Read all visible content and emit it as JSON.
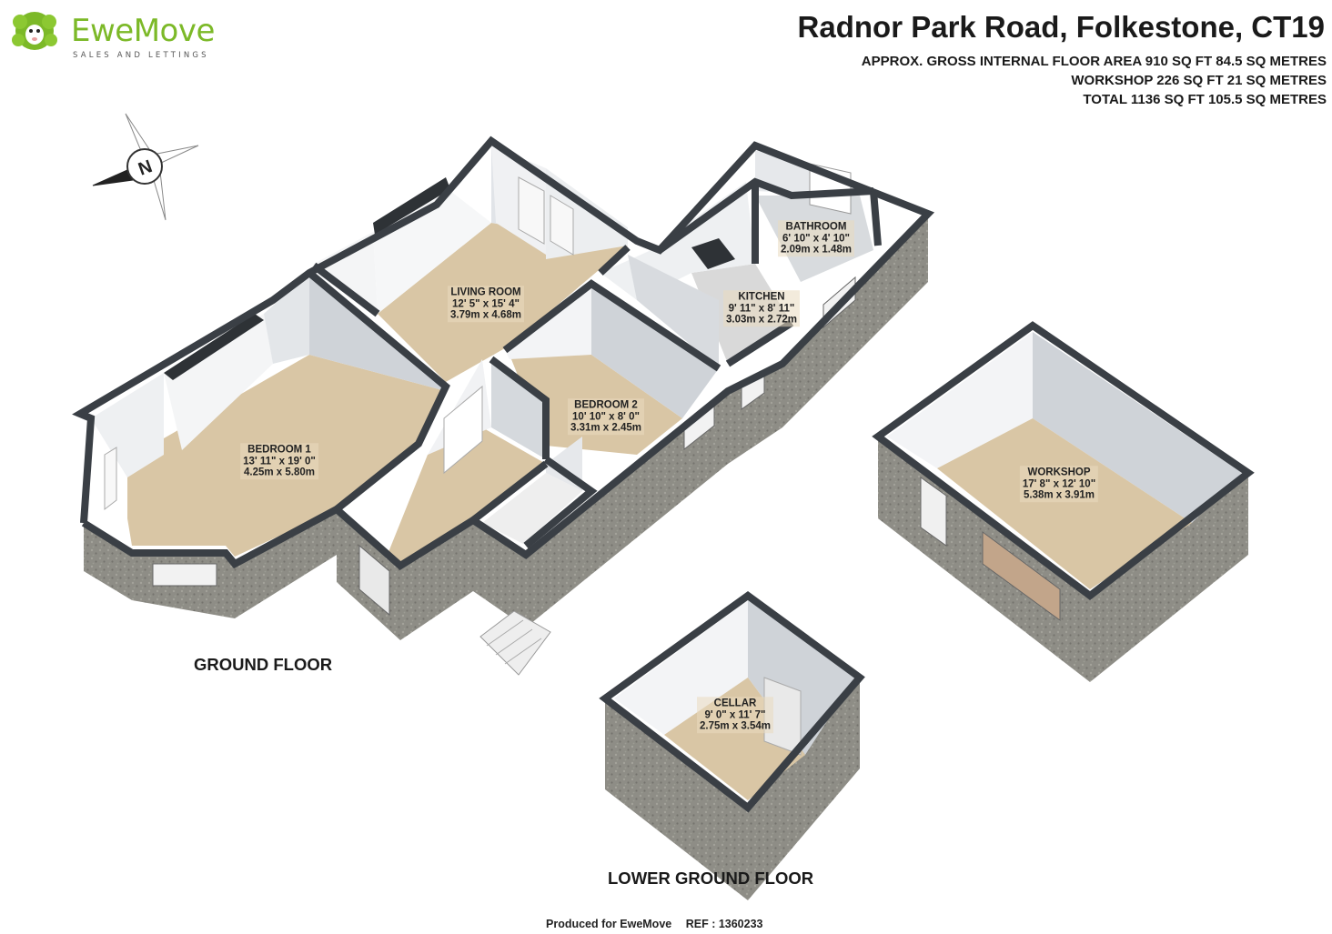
{
  "brand": {
    "name": "EweMove",
    "tagline": "SALES AND LETTINGS"
  },
  "header": {
    "title": "Radnor Park Road, Folkestone, CT19",
    "stats": [
      "APPROX. GROSS INTERNAL FLOOR AREA 910 SQ FT 84.5 SQ METRES",
      "WORKSHOP 226 SQ FT 21 SQ METRES",
      "TOTAL 1136 SQ FT 105.5 SQ METRES"
    ]
  },
  "compass": {
    "letter": "N"
  },
  "floors": {
    "ground": "GROUND FLOOR",
    "lower": "LOWER GROUND FLOOR"
  },
  "rooms": {
    "bedroom1": {
      "name": "BEDROOM 1",
      "imperial": "13' 11\" x 19' 0\"",
      "metric": "4.25m x 5.80m"
    },
    "living": {
      "name": "LIVING ROOM",
      "imperial": "12' 5\" x 15' 4\"",
      "metric": "3.79m x 4.68m"
    },
    "bedroom2": {
      "name": "BEDROOM 2",
      "imperial": "10' 10\" x 8' 0\"",
      "metric": "3.31m x 2.45m"
    },
    "kitchen": {
      "name": "KITCHEN",
      "imperial": "9' 11\" x 8' 11\"",
      "metric": "3.03m x 2.72m"
    },
    "bathroom": {
      "name": "BATHROOM",
      "imperial": "6' 10\" x 4' 10\"",
      "metric": "2.09m x 1.48m"
    },
    "workshop": {
      "name": "WORKSHOP",
      "imperial": "17' 8\" x 12' 10\"",
      "metric": "5.38m x 3.91m"
    },
    "cellar": {
      "name": "CELLAR",
      "imperial": "9' 0\" x 11' 7\"",
      "metric": "2.75m x 3.54m"
    }
  },
  "footer": {
    "produced": "Produced for EweMove",
    "ref": "REF : 1360233"
  },
  "colors": {
    "wall_top": "#3a3f45",
    "floor": "#d9c6a5",
    "wall_inner": "#dfe2e6",
    "exterior": "#8e8d86",
    "brand_green": "#7cb928"
  }
}
